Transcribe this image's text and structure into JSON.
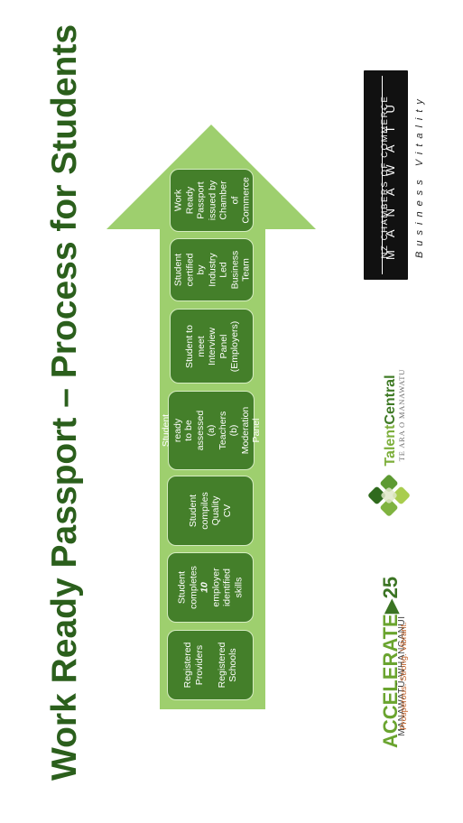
{
  "title": "Work Ready Passport – Process for Students",
  "steps": [
    {
      "text": "Registered\nProviders\n\nRegistered\nSchools"
    },
    {
      "pre": "Student\ncompletes\n",
      "bold": "10",
      "post": " employer\nidentified\nskills"
    },
    {
      "text": "Student\ncompiles\nQuality CV"
    },
    {
      "text": "Student ready\nto be assessed\n(a) Teachers\n(b) Moderation\nPanel"
    },
    {
      "text": "Student to\nmeet Interview\nPanel\n(Employers)"
    },
    {
      "text": "Student\ncertified by\nIndustry\nLed\nBusiness\nTeam"
    },
    {
      "text": "Work\nReady\nPassport\nissued by\nChamber\nof\nCommerce"
    }
  ],
  "logos": {
    "chamber": {
      "line1": "NZ CHAMBERS OF COMMERCE",
      "line2": "MANAWATŪ",
      "line3": "Business Vitality"
    },
    "talent_central": {
      "name_part1": "Talent",
      "name_part2": "Central",
      "subtitle": "TE ARA O MANAWATU"
    },
    "accelerate": {
      "name": "ACCELERATE",
      "number": "25",
      "region": "MANAWATŪ-WHANGANUI",
      "tagline": "Prosperous. Strong. Vibrant."
    }
  },
  "colors": {
    "title": "#2b5f1c",
    "arrow": "#9ecf6e",
    "step_box": "#447f2a",
    "step_border": "#d6ecc2"
  }
}
